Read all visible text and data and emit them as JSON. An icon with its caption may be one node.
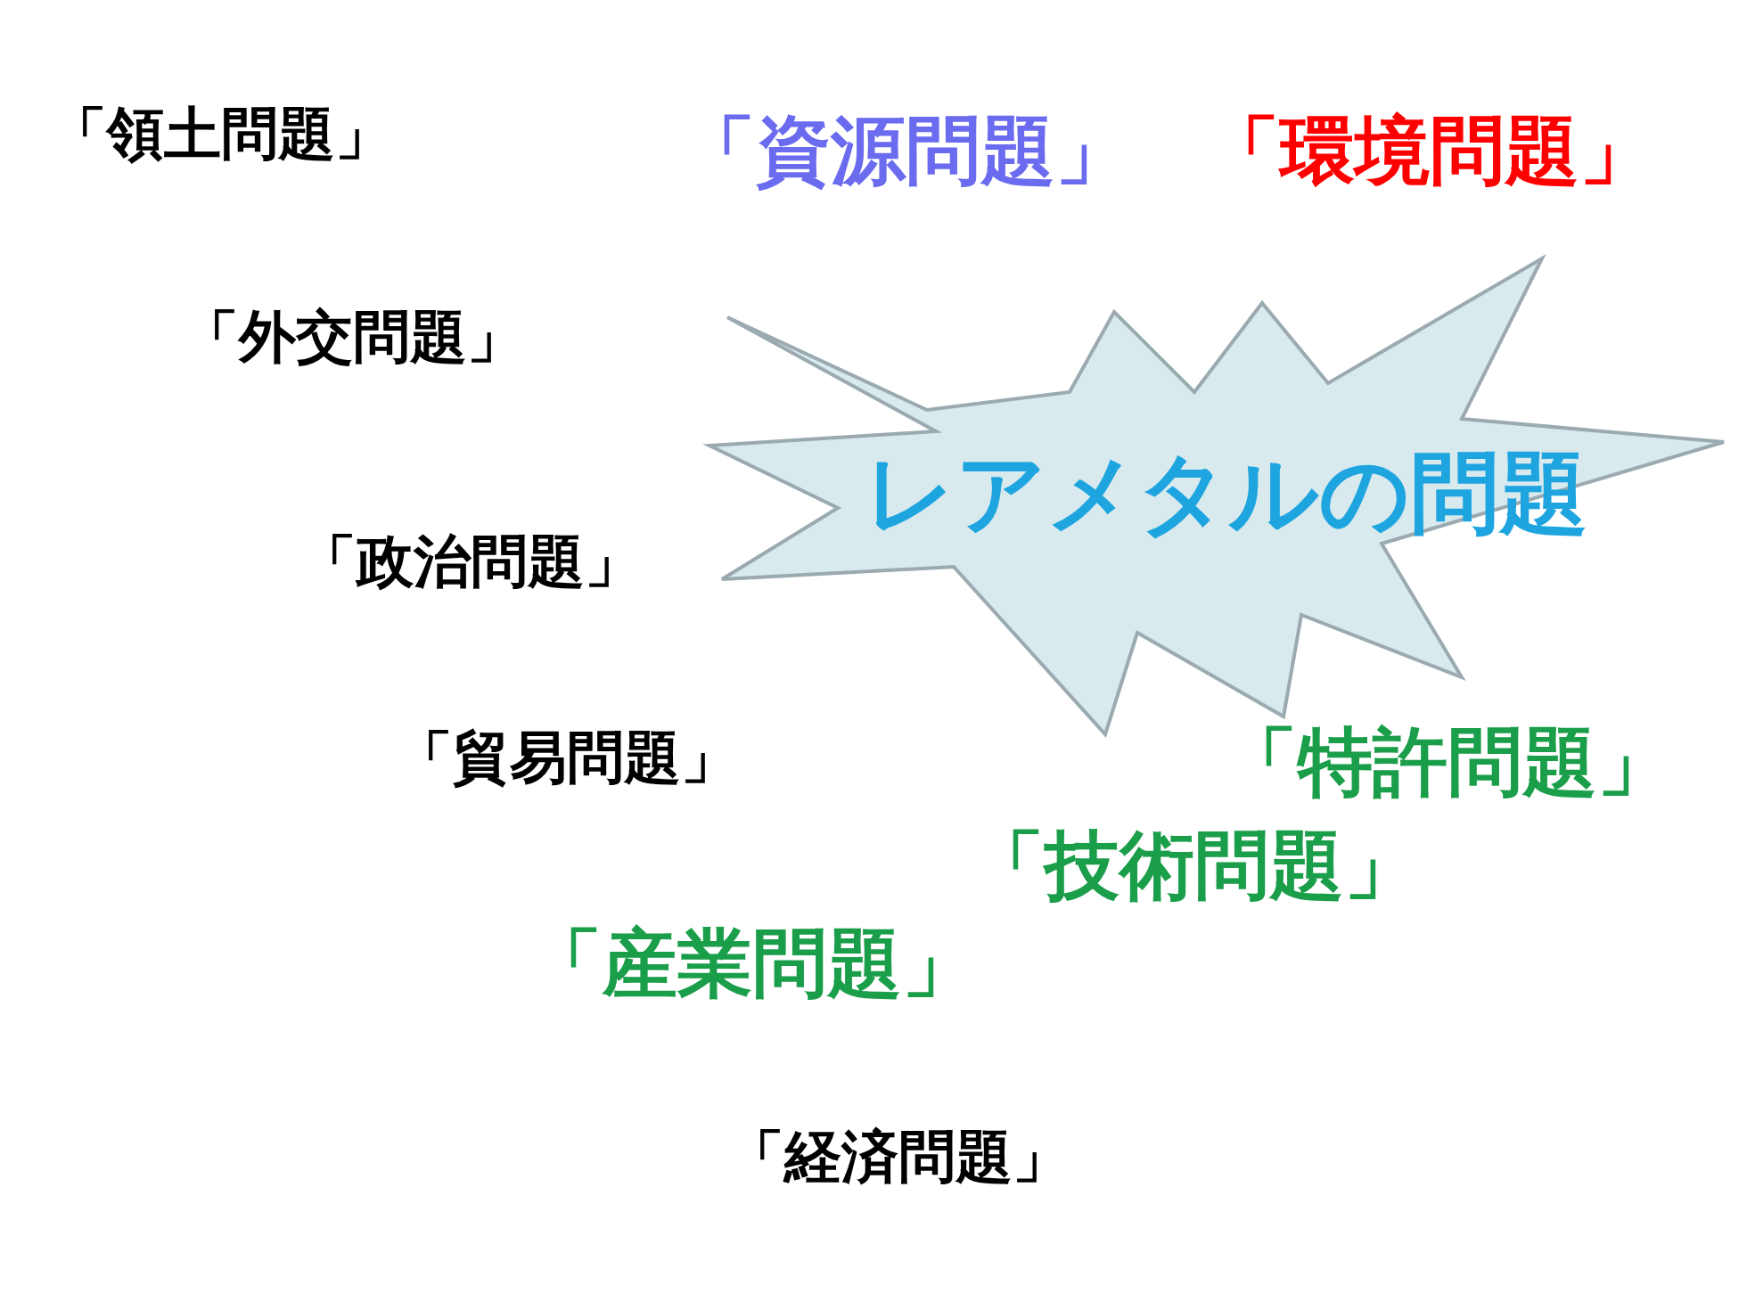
{
  "diagram": {
    "nodes": [
      {
        "text": [
          "レアメタルの問題"
        ]
      }
    ],
    "labels": [
      "「領土問題」",
      "「資源問題」",
      "「環境問題」",
      "「外交問題」",
      "「政治問題」",
      "「貿易問題」",
      "「特許問題」",
      "「技術問題」",
      "「産業問題」",
      "「経済問題」"
    ]
  }
}
